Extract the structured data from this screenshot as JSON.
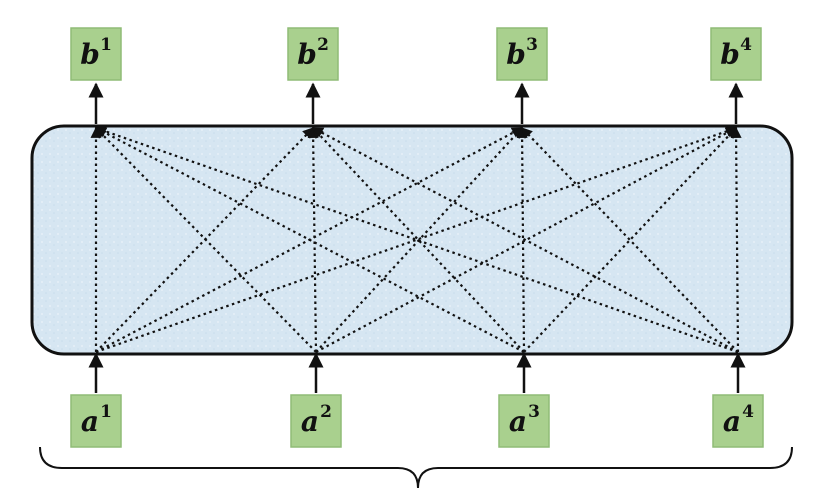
{
  "inputs": [
    {
      "base": "a",
      "sup": "1"
    },
    {
      "base": "a",
      "sup": "2"
    },
    {
      "base": "a",
      "sup": "3"
    },
    {
      "base": "a",
      "sup": "4"
    }
  ],
  "outputs": [
    {
      "base": "b",
      "sup": "1"
    },
    {
      "base": "b",
      "sup": "2"
    },
    {
      "base": "b",
      "sup": "3"
    },
    {
      "base": "b",
      "sup": "4"
    }
  ],
  "colors": {
    "node_fill": "#a9d08e",
    "layer_fill": "#d6e6f2",
    "layer_stroke": "#111111",
    "arrow": "#111111"
  }
}
